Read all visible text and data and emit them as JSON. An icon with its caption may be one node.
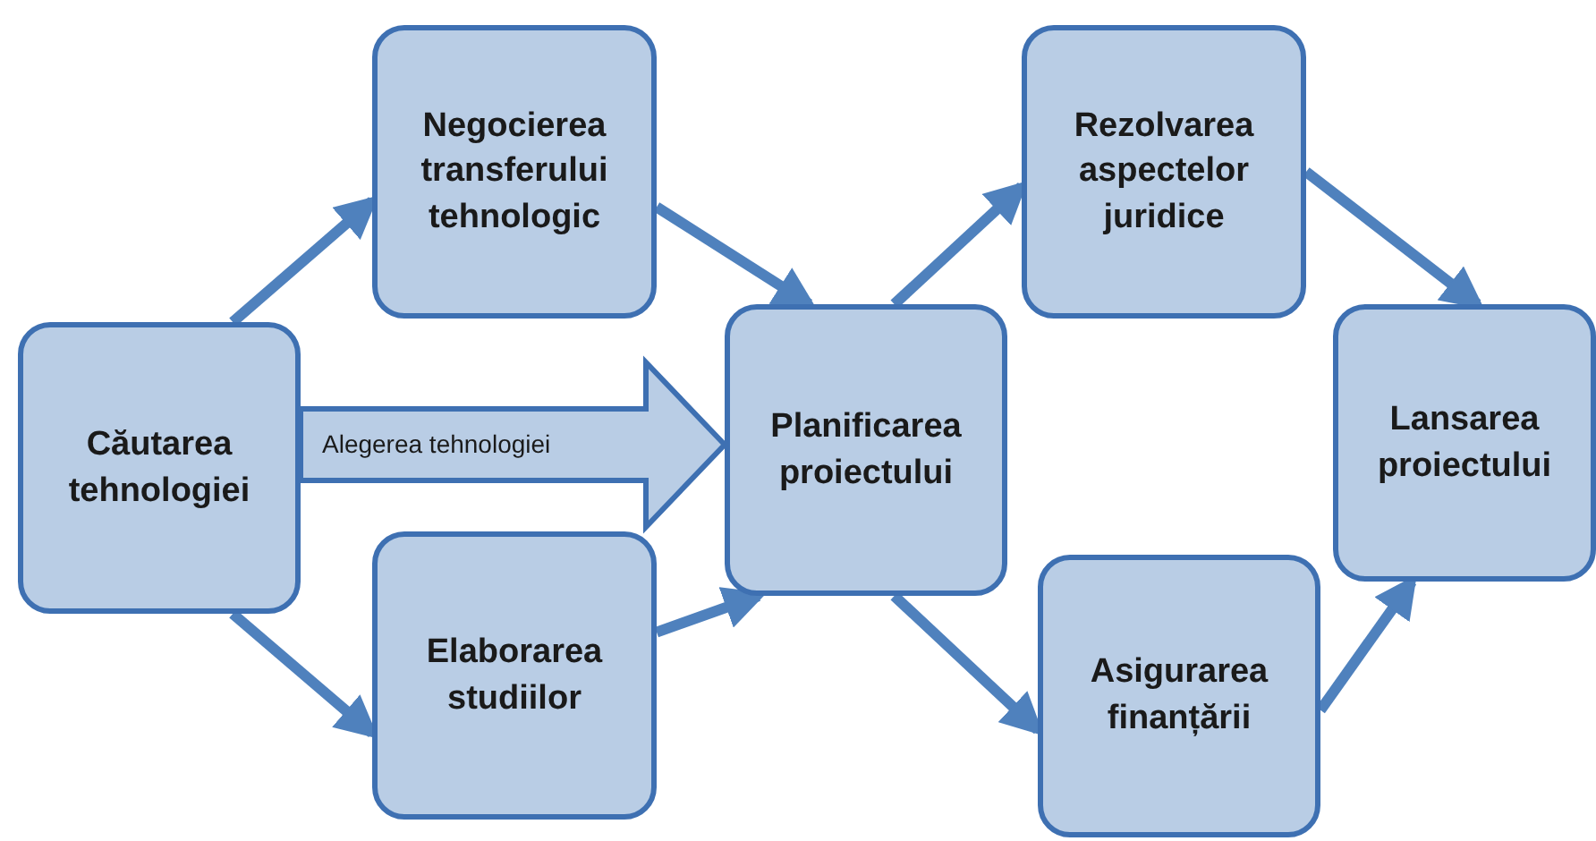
{
  "diagram": {
    "nodes": [
      {
        "text": [
          "Căutarea tehnologiei"
        ]
      },
      {
        "text": [
          "Negocierea transferului tehnologic"
        ]
      },
      {
        "text": [
          "Elaborarea studiilor"
        ]
      },
      {
        "text": [
          "Planificarea proiectului"
        ]
      },
      {
        "text": [
          "Rezolvarea aspectelor juridice"
        ]
      },
      {
        "text": [
          "Asigurarea finanțării"
        ]
      },
      {
        "text": [
          "Lansarea proiectului"
        ]
      }
    ],
    "edges": [
      {
        "from": 0,
        "to": 1,
        "arrow": "to"
      },
      {
        "from": 0,
        "to": 2,
        "arrow": "to"
      },
      {
        "from": 0,
        "to": 3,
        "arrow": "to",
        "label": "Alegerea tehnologiei",
        "style": "thick"
      },
      {
        "from": 1,
        "to": 3,
        "arrow": "to"
      },
      {
        "from": 2,
        "to": 3,
        "arrow": "to"
      },
      {
        "from": 3,
        "to": 4,
        "arrow": "to"
      },
      {
        "from": 3,
        "to": 5,
        "arrow": "to"
      },
      {
        "from": 4,
        "to": 6,
        "arrow": "to"
      },
      {
        "from": 5,
        "to": 6,
        "arrow": "to"
      }
    ]
  }
}
